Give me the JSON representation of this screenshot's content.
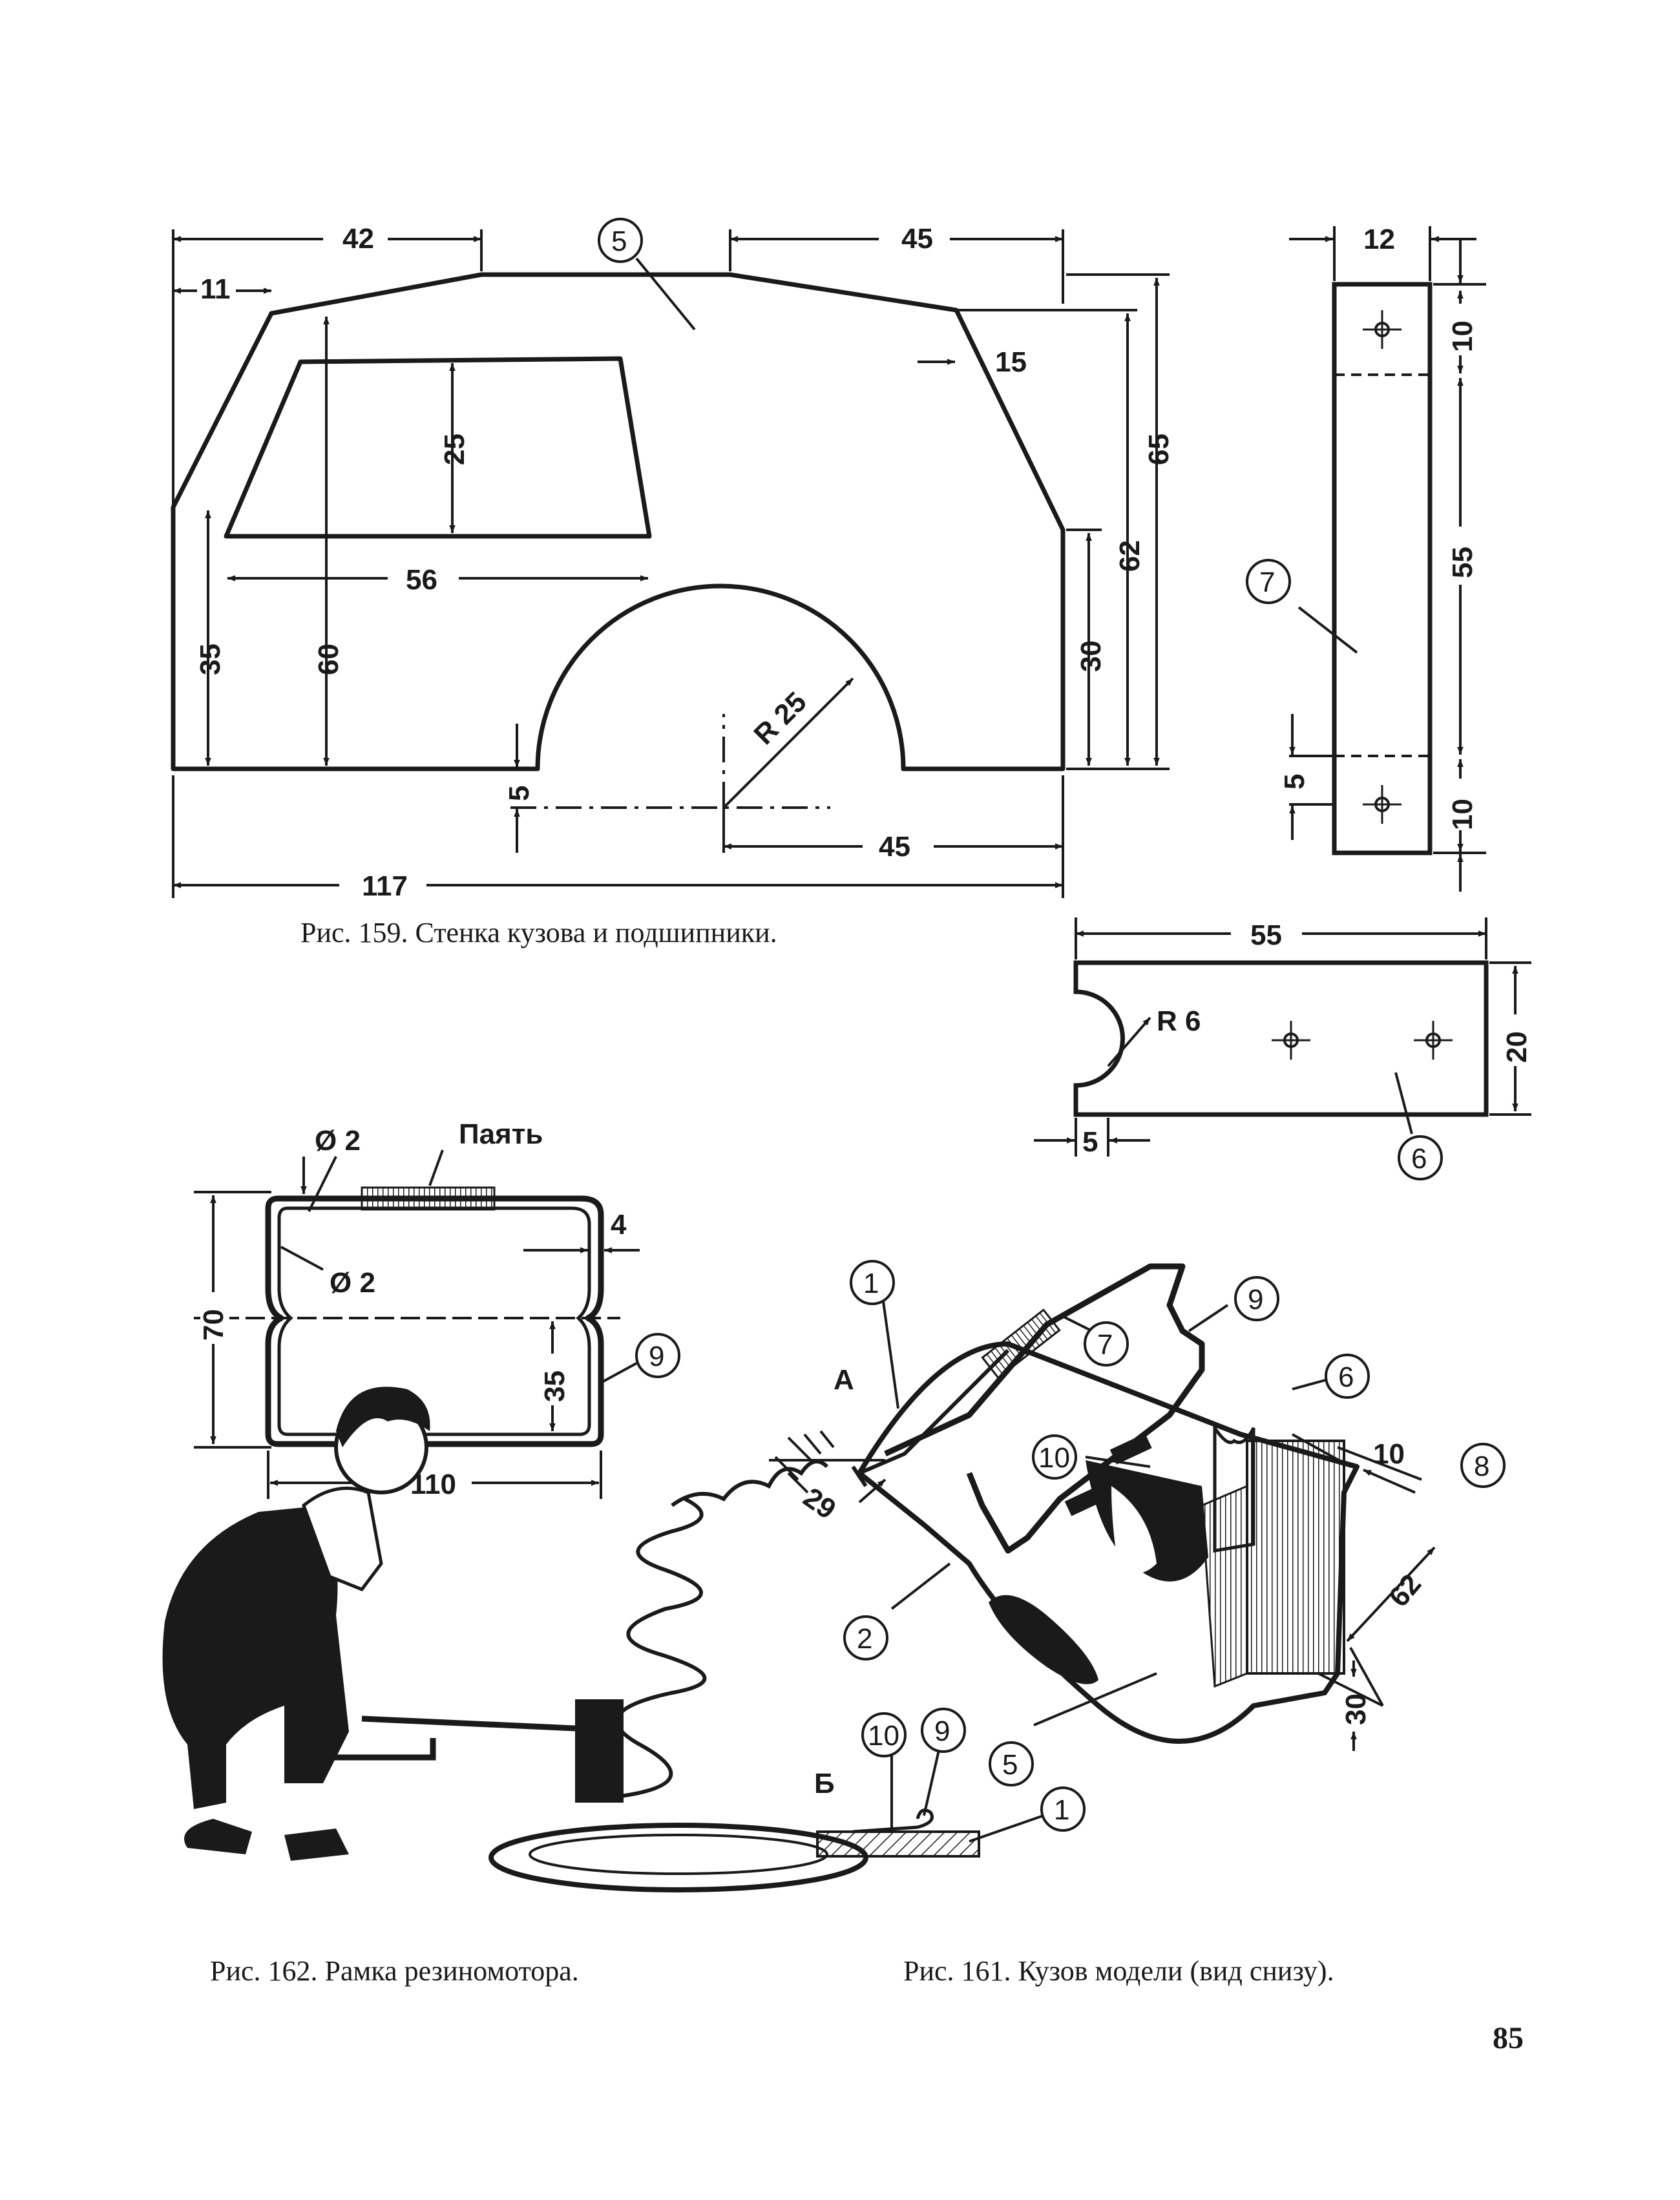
{
  "figures": {
    "fig159": {
      "caption": "Рис. 159. Стенка кузова и подшипники.",
      "dims": {
        "w42": "42",
        "w11": "11",
        "w45top": "45",
        "d15": "15",
        "h65": "65",
        "h62": "62",
        "h25": "25",
        "w56": "56",
        "h35": "35",
        "h60": "60",
        "h30": "30",
        "r25": "R 25",
        "d5": "5",
        "w45bot": "45",
        "w117": "117"
      },
      "bearing7": {
        "w12": "12",
        "h10a": "10",
        "h55": "55",
        "d5": "5",
        "h10b": "10"
      },
      "bearing6": {
        "w55": "55",
        "r6": "R 6",
        "h20": "20",
        "d5": "5"
      },
      "parts": {
        "p5": "5",
        "p7": "7",
        "p6": "6"
      }
    },
    "fig162": {
      "caption": "Рис. 162. Рамка резиномотора.",
      "label_solder": "Паять",
      "dims": {
        "d2a": "Ø 2",
        "d2b": "Ø 2",
        "d4": "4",
        "h70": "70",
        "h35": "35",
        "w110": "110"
      },
      "parts": {
        "p9": "9"
      }
    },
    "fig161": {
      "caption": "Рис. 161. Кузов модели (вид снизу).",
      "label_a": "А",
      "label_b": "Б",
      "dims": {
        "d29": "29",
        "d10": "10",
        "d62": "62",
        "d30": "30"
      },
      "parts": {
        "p1": "1",
        "p9": "9",
        "p7": "7",
        "p6": "6",
        "p10": "10",
        "p8": "8",
        "p2": "2",
        "p5": "5",
        "pB10": "10",
        "pB9": "9",
        "pB1": "1"
      }
    }
  },
  "page_number": "85"
}
